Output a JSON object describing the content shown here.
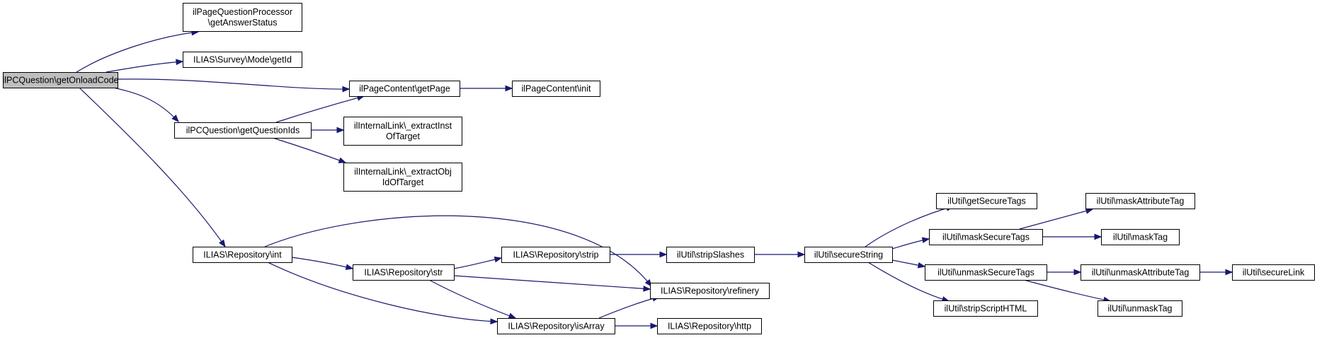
{
  "diagram": {
    "nodes": [
      {
        "id": "root",
        "lines": [
          "ilPCQuestion\\getOnloadCode"
        ],
        "root": true
      },
      {
        "id": "pq_getAnswerStatus",
        "lines": [
          "ilPageQuestionProcessor",
          "\\getAnswerStatus"
        ]
      },
      {
        "id": "survey_mode_getId",
        "lines": [
          "ILIAS\\Survey\\Mode\\getId"
        ]
      },
      {
        "id": "pc_getPage",
        "lines": [
          "ilPageContent\\getPage"
        ]
      },
      {
        "id": "pc_init",
        "lines": [
          "ilPageContent\\init"
        ]
      },
      {
        "id": "pcq_getQuestionIds",
        "lines": [
          "ilPCQuestion\\getQuestionIds"
        ]
      },
      {
        "id": "il_extractInst",
        "lines": [
          "ilInternalLink\\_extractInst",
          "OfTarget"
        ]
      },
      {
        "id": "il_extractObj",
        "lines": [
          "ilInternalLink\\_extractObj",
          "IdOfTarget"
        ]
      },
      {
        "id": "repo_int",
        "lines": [
          "ILIAS\\Repository\\int"
        ]
      },
      {
        "id": "repo_str",
        "lines": [
          "ILIAS\\Repository\\str"
        ]
      },
      {
        "id": "repo_strip",
        "lines": [
          "ILIAS\\Repository\\strip"
        ]
      },
      {
        "id": "repo_refinery",
        "lines": [
          "ILIAS\\Repository\\refinery"
        ]
      },
      {
        "id": "repo_isArray",
        "lines": [
          "ILIAS\\Repository\\isArray"
        ]
      },
      {
        "id": "repo_http",
        "lines": [
          "ILIAS\\Repository\\http"
        ]
      },
      {
        "id": "util_stripSlashes",
        "lines": [
          "ilUtil\\stripSlashes"
        ]
      },
      {
        "id": "util_secureString",
        "lines": [
          "ilUtil\\secureString"
        ]
      },
      {
        "id": "util_getSecureTags",
        "lines": [
          "ilUtil\\getSecureTags"
        ]
      },
      {
        "id": "util_maskSecureTags",
        "lines": [
          "ilUtil\\maskSecureTags"
        ]
      },
      {
        "id": "util_unmaskSecureTags",
        "lines": [
          "ilUtil\\unmaskSecureTags"
        ]
      },
      {
        "id": "util_stripScriptHTML",
        "lines": [
          "ilUtil\\stripScriptHTML"
        ]
      },
      {
        "id": "util_maskAttributeTag",
        "lines": [
          "ilUtil\\maskAttributeTag"
        ]
      },
      {
        "id": "util_maskTag",
        "lines": [
          "ilUtil\\maskTag"
        ]
      },
      {
        "id": "util_unmaskAttributeTag",
        "lines": [
          "ilUtil\\unmaskAttributeTag"
        ]
      },
      {
        "id": "util_unmaskTag",
        "lines": [
          "ilUtil\\unmaskTag"
        ]
      },
      {
        "id": "util_secureLink",
        "lines": [
          "ilUtil\\secureLink"
        ]
      }
    ],
    "edges": [
      [
        "root",
        "pq_getAnswerStatus"
      ],
      [
        "root",
        "survey_mode_getId"
      ],
      [
        "root",
        "pc_getPage"
      ],
      [
        "root",
        "pcq_getQuestionIds"
      ],
      [
        "root",
        "repo_int"
      ],
      [
        "pc_getPage",
        "pc_init"
      ],
      [
        "pcq_getQuestionIds",
        "pc_getPage"
      ],
      [
        "pcq_getQuestionIds",
        "il_extractInst"
      ],
      [
        "pcq_getQuestionIds",
        "il_extractObj"
      ],
      [
        "repo_int",
        "repo_refinery"
      ],
      [
        "repo_int",
        "repo_str"
      ],
      [
        "repo_int",
        "repo_isArray"
      ],
      [
        "repo_str",
        "repo_strip"
      ],
      [
        "repo_str",
        "repo_refinery"
      ],
      [
        "repo_str",
        "repo_isArray"
      ],
      [
        "repo_strip",
        "util_stripSlashes"
      ],
      [
        "repo_isArray",
        "repo_refinery"
      ],
      [
        "repo_isArray",
        "repo_http"
      ],
      [
        "util_stripSlashes",
        "util_secureString"
      ],
      [
        "util_secureString",
        "util_getSecureTags"
      ],
      [
        "util_secureString",
        "util_maskSecureTags"
      ],
      [
        "util_secureString",
        "util_unmaskSecureTags"
      ],
      [
        "util_secureString",
        "util_stripScriptHTML"
      ],
      [
        "util_maskSecureTags",
        "util_maskAttributeTag"
      ],
      [
        "util_maskSecureTags",
        "util_maskTag"
      ],
      [
        "util_unmaskSecureTags",
        "util_unmaskAttributeTag"
      ],
      [
        "util_unmaskSecureTags",
        "util_unmaskTag"
      ],
      [
        "util_unmaskAttributeTag",
        "util_secureLink"
      ]
    ]
  }
}
